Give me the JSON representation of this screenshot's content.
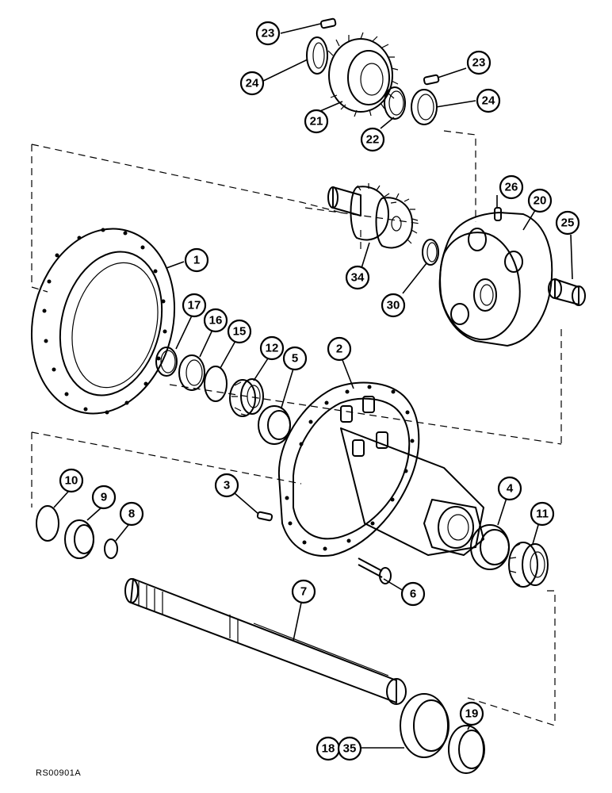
{
  "figure": {
    "reference_code": "RS00901A",
    "callouts": [
      {
        "id": "c23a",
        "label": "23"
      },
      {
        "id": "c24a",
        "label": "24"
      },
      {
        "id": "c23b",
        "label": "23"
      },
      {
        "id": "c24b",
        "label": "24"
      },
      {
        "id": "c21",
        "label": "21"
      },
      {
        "id": "c22",
        "label": "22"
      },
      {
        "id": "c26",
        "label": "26"
      },
      {
        "id": "c20",
        "label": "20"
      },
      {
        "id": "c25",
        "label": "25"
      },
      {
        "id": "c34",
        "label": "34"
      },
      {
        "id": "c30",
        "label": "30"
      },
      {
        "id": "c1",
        "label": "1"
      },
      {
        "id": "c17",
        "label": "17"
      },
      {
        "id": "c16",
        "label": "16"
      },
      {
        "id": "c15",
        "label": "15"
      },
      {
        "id": "c12",
        "label": "12"
      },
      {
        "id": "c5",
        "label": "5"
      },
      {
        "id": "c2",
        "label": "2"
      },
      {
        "id": "c10",
        "label": "10"
      },
      {
        "id": "c9",
        "label": "9"
      },
      {
        "id": "c8",
        "label": "8"
      },
      {
        "id": "c3",
        "label": "3"
      },
      {
        "id": "c4",
        "label": "4"
      },
      {
        "id": "c11",
        "label": "11"
      },
      {
        "id": "c6",
        "label": "6"
      },
      {
        "id": "c7",
        "label": "7"
      },
      {
        "id": "c19",
        "label": "19"
      },
      {
        "id": "c18",
        "label": "18"
      },
      {
        "id": "c35",
        "label": "35"
      }
    ]
  }
}
